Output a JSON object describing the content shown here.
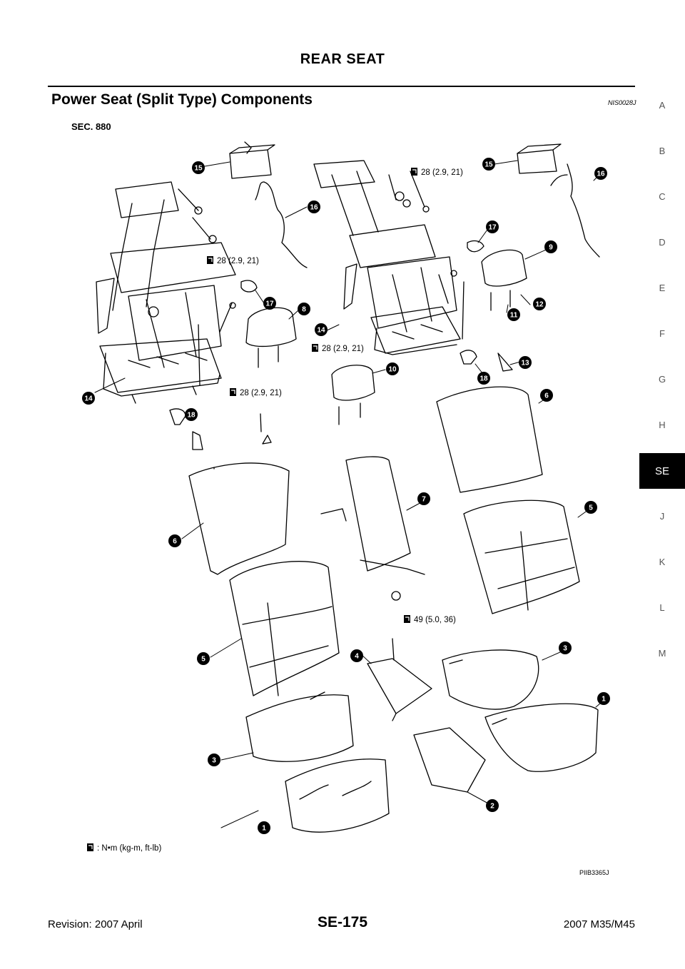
{
  "header": {
    "title": "REAR SEAT"
  },
  "section": {
    "title": "Power Seat (Split Type) Components",
    "code": "NIS0028J"
  },
  "side_index": {
    "letters": [
      "A",
      "B",
      "C",
      "D",
      "E",
      "F",
      "G",
      "H",
      "SE",
      "J",
      "K",
      "L",
      "M"
    ],
    "active": "SE"
  },
  "diagram": {
    "sec_label": "SEC. 880",
    "torque_labels": [
      "28 (2.9, 21)",
      "28 (2.9, 21)",
      "28 (2.9, 21)",
      "28 (2.9, 21)",
      "49 (5.0, 36)"
    ],
    "callouts": [
      "15",
      "16",
      "17",
      "8",
      "14",
      "18",
      "6",
      "5",
      "3",
      "1",
      "15",
      "16",
      "17",
      "9",
      "12",
      "11",
      "14",
      "10",
      "18",
      "13",
      "6",
      "7",
      "5",
      "4",
      "3",
      "1",
      "2"
    ],
    "legend": ": N•m (kg-m, ft-lb)",
    "figure_code": "PIIB3365J"
  },
  "footer": {
    "revision": "Revision: 2007 April",
    "page_number": "SE-175",
    "model": "2007 M35/M45"
  }
}
